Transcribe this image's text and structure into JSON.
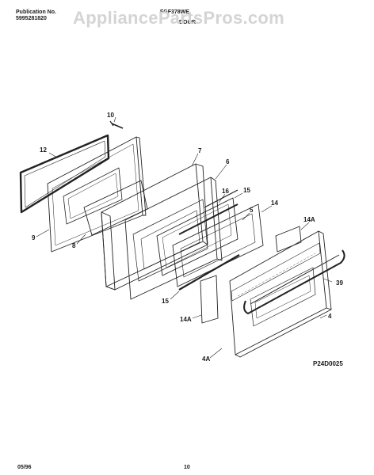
{
  "header": {
    "publication_label": "Publication No.",
    "publication_number": "5995281820",
    "model": "FGF378WE",
    "section": "DOOR"
  },
  "watermark": "AppliancePartsPros.com",
  "callouts": {
    "p10": "10",
    "p12": "12",
    "p7": "7",
    "p6": "6",
    "p16": "16",
    "p15a": "15",
    "p5": "5",
    "p14": "14",
    "p14a_top": "14A",
    "p9": "9",
    "p8": "8",
    "p39": "39",
    "p15b": "15",
    "p14a_low": "14A",
    "p4": "4",
    "p4a": "4A"
  },
  "diagram_code": "P24D0025",
  "footer": {
    "date": "05/96",
    "page": "10"
  }
}
